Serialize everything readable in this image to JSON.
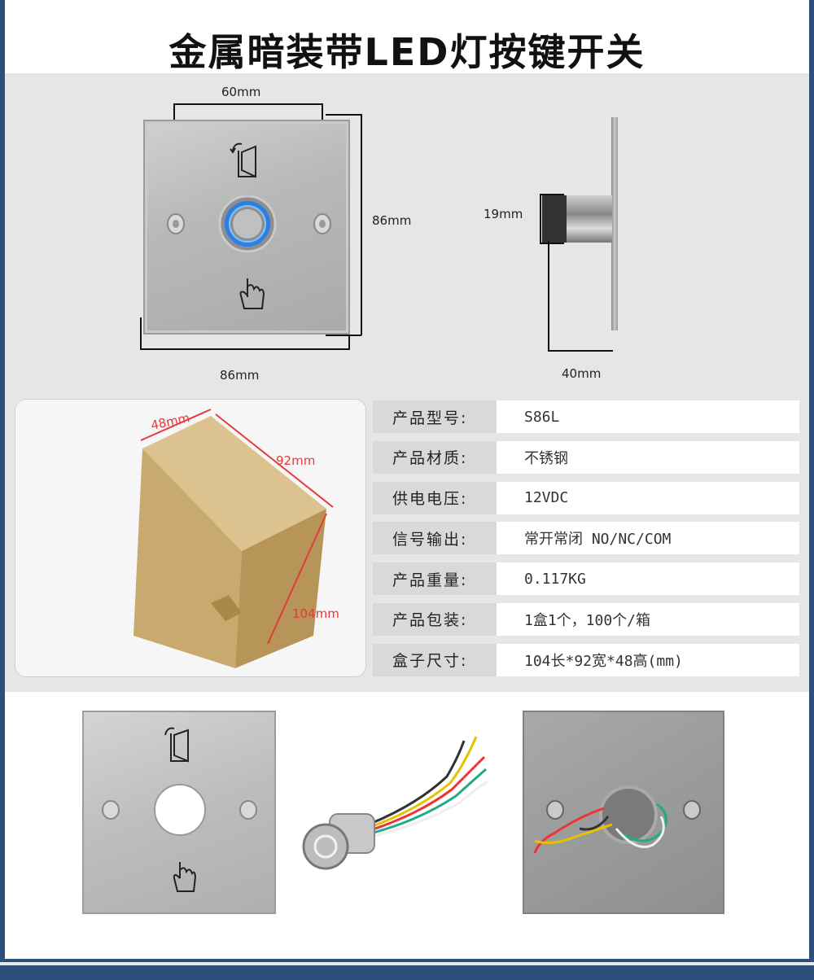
{
  "title": "金属暗装带LED灯按键开关",
  "dimensions": {
    "width_top": "60mm",
    "height_right": "86mm",
    "width_bottom": "86mm",
    "side_depth": "19mm",
    "side_bottom": "40mm"
  },
  "box": {
    "w": "48mm",
    "h": "92mm",
    "d": "104mm"
  },
  "specs": [
    {
      "key": "产品型号:",
      "value": "S86L"
    },
    {
      "key": "产品材质:",
      "value": "不锈钢"
    },
    {
      "key": "供电电压:",
      "value": "12VDC"
    },
    {
      "key": "信号输出:",
      "value": "常开常闭   NO/NC/COM"
    },
    {
      "key": "产品重量:",
      "value": "0.117KG"
    },
    {
      "key": "产品包装:",
      "value": "1盒1个，100个/箱"
    },
    {
      "key": "盒子尺寸:",
      "value": "104长*92宽*48高(mm)"
    }
  ],
  "colors": {
    "band": "#2c4f7c",
    "panel": "#e6e6e6",
    "led_ring": "#2f7fe0"
  }
}
